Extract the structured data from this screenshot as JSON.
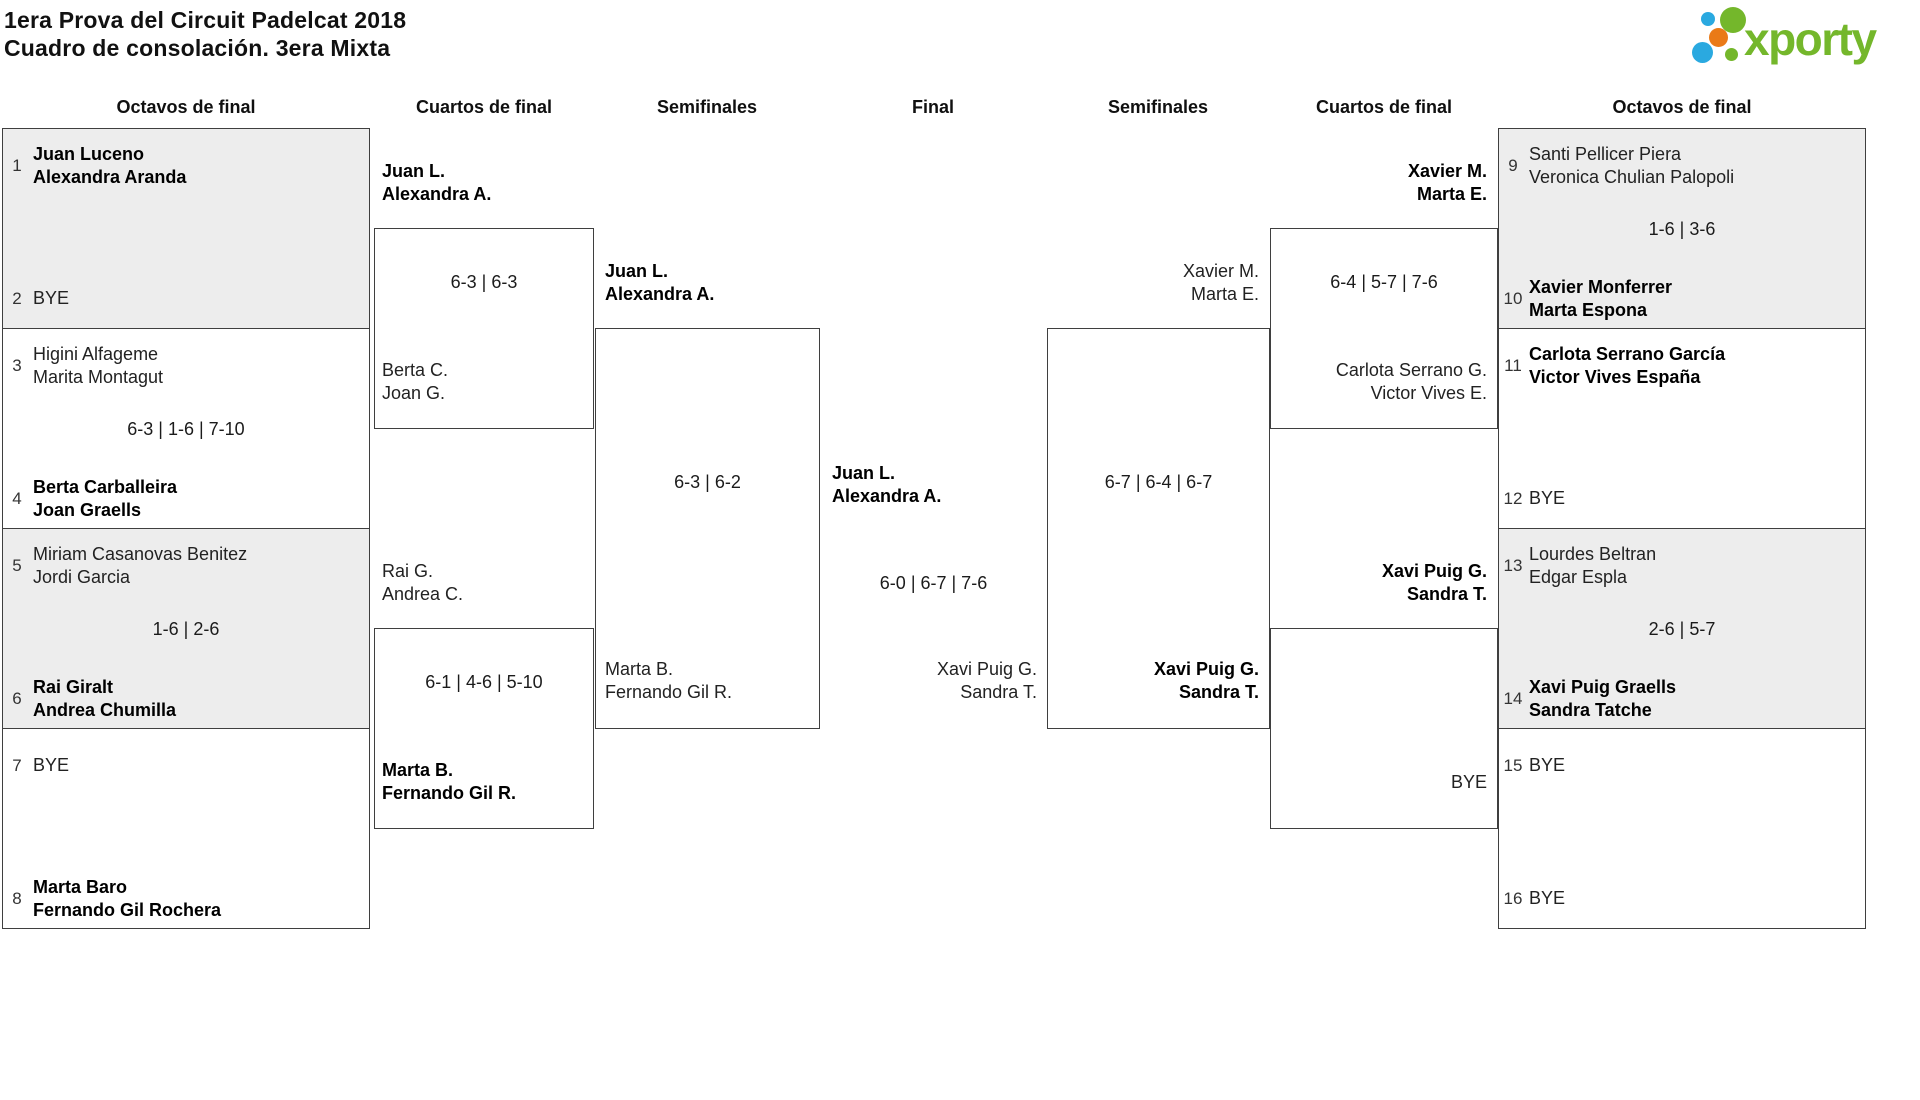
{
  "title": {
    "line1": "1era Prova del Circuit Padelcat 2018",
    "line2": "Cuadro de consolación. 3era Mixta"
  },
  "logo": {
    "text": "xporty",
    "green": "#74b72b",
    "blue": "#2aa9e0",
    "orange": "#ea7a17"
  },
  "column_headers": [
    "Octavos de final",
    "Cuartos de final",
    "Semifinales",
    "Final",
    "Semifinales",
    "Cuartos de final",
    "Octavos de final"
  ],
  "colors": {
    "shaded_box": "#ededed",
    "border": "#3f3f3f",
    "text": "#1b1b1b"
  },
  "rounds": {
    "octavos_left": [
      {
        "shaded": true,
        "score": "",
        "top": {
          "seed": "1",
          "name": [
            "Juan Luceno",
            "Alexandra Aranda"
          ],
          "winner": true
        },
        "bottom": {
          "seed": "2",
          "name": [
            "BYE"
          ],
          "winner": false
        }
      },
      {
        "shaded": false,
        "score": "6-3 | 1-6 | 7-10",
        "top": {
          "seed": "3",
          "name": [
            "Higini Alfageme",
            "Marita Montagut"
          ],
          "winner": false
        },
        "bottom": {
          "seed": "4",
          "name": [
            "Berta Carballeira",
            "Joan Graells"
          ],
          "winner": true
        }
      },
      {
        "shaded": true,
        "score": "1-6 | 2-6",
        "top": {
          "seed": "5",
          "name": [
            "Miriam Casanovas Benitez",
            "Jordi Garcia"
          ],
          "winner": false
        },
        "bottom": {
          "seed": "6",
          "name": [
            "Rai Giralt",
            "Andrea Chumilla"
          ],
          "winner": true
        }
      },
      {
        "shaded": false,
        "score": "",
        "top": {
          "seed": "7",
          "name": [
            "BYE"
          ],
          "winner": false
        },
        "bottom": {
          "seed": "8",
          "name": [
            "Marta Baro",
            "Fernando Gil Rochera"
          ],
          "winner": true
        }
      }
    ],
    "octavos_right": [
      {
        "shaded": true,
        "score": "1-6 | 3-6",
        "top": {
          "seed": "9",
          "name": [
            "Santi Pellicer Piera",
            "Veronica Chulian Palopoli"
          ],
          "winner": false
        },
        "bottom": {
          "seed": "10",
          "name": [
            "Xavier Monferrer",
            "Marta Espona"
          ],
          "winner": true
        }
      },
      {
        "shaded": false,
        "score": "",
        "top": {
          "seed": "11",
          "name": [
            "Carlota Serrano García",
            "Victor Vives España"
          ],
          "winner": true
        },
        "bottom": {
          "seed": "12",
          "name": [
            "BYE"
          ],
          "winner": false
        }
      },
      {
        "shaded": true,
        "score": "2-6 | 5-7",
        "top": {
          "seed": "13",
          "name": [
            "Lourdes Beltran",
            "Edgar Espla"
          ],
          "winner": false
        },
        "bottom": {
          "seed": "14",
          "name": [
            "Xavi Puig Graells",
            "Sandra Tatche"
          ],
          "winner": true
        }
      },
      {
        "shaded": false,
        "score": "",
        "top": {
          "seed": "15",
          "name": [
            "BYE"
          ],
          "winner": false
        },
        "bottom": {
          "seed": "16",
          "name": [
            "BYE"
          ],
          "winner": false
        }
      }
    ],
    "cuartos_left": [
      {
        "score": "6-3 | 6-3",
        "top": {
          "name": [
            "Juan L.",
            "Alexandra A."
          ],
          "winner": true
        },
        "bottom": {
          "name": [
            "Berta C.",
            "Joan G."
          ],
          "winner": false
        }
      },
      {
        "score": "6-1 | 4-6 | 5-10",
        "top": {
          "name": [
            "Rai G.",
            "Andrea C."
          ],
          "winner": false
        },
        "bottom": {
          "name": [
            "Marta B.",
            "Fernando Gil R."
          ],
          "winner": true
        }
      }
    ],
    "cuartos_right": [
      {
        "score": "6-4 | 5-7 | 7-6",
        "top": {
          "name": [
            "Xavier M.",
            "Marta E."
          ],
          "winner": true
        },
        "bottom": {
          "name": [
            "Carlota Serrano G.",
            "Victor Vives E."
          ],
          "winner": false
        }
      },
      {
        "score": "",
        "top": {
          "name": [
            "Xavi Puig G.",
            "Sandra T."
          ],
          "winner": true
        },
        "bottom": {
          "name": [
            "BYE"
          ],
          "winner": false
        }
      }
    ],
    "semifinal_left": {
      "score": "6-3 | 6-2",
      "top": {
        "name": [
          "Juan L.",
          "Alexandra A."
        ],
        "winner": true
      },
      "bottom": {
        "name": [
          "Marta B.",
          "Fernando Gil R."
        ],
        "winner": false
      }
    },
    "semifinal_right": {
      "score": "6-7 | 6-4 | 6-7",
      "top": {
        "name": [
          "Xavier M.",
          "Marta E."
        ],
        "winner": false
      },
      "bottom": {
        "name": [
          "Xavi Puig G.",
          "Sandra T."
        ],
        "winner": true
      }
    },
    "final": {
      "score": "6-0 | 6-7 | 7-6",
      "top": {
        "name": [
          "Juan L.",
          "Alexandra A."
        ],
        "winner": true
      },
      "bottom": {
        "name": [
          "Xavi Puig G.",
          "Sandra T."
        ],
        "winner": false
      }
    }
  }
}
